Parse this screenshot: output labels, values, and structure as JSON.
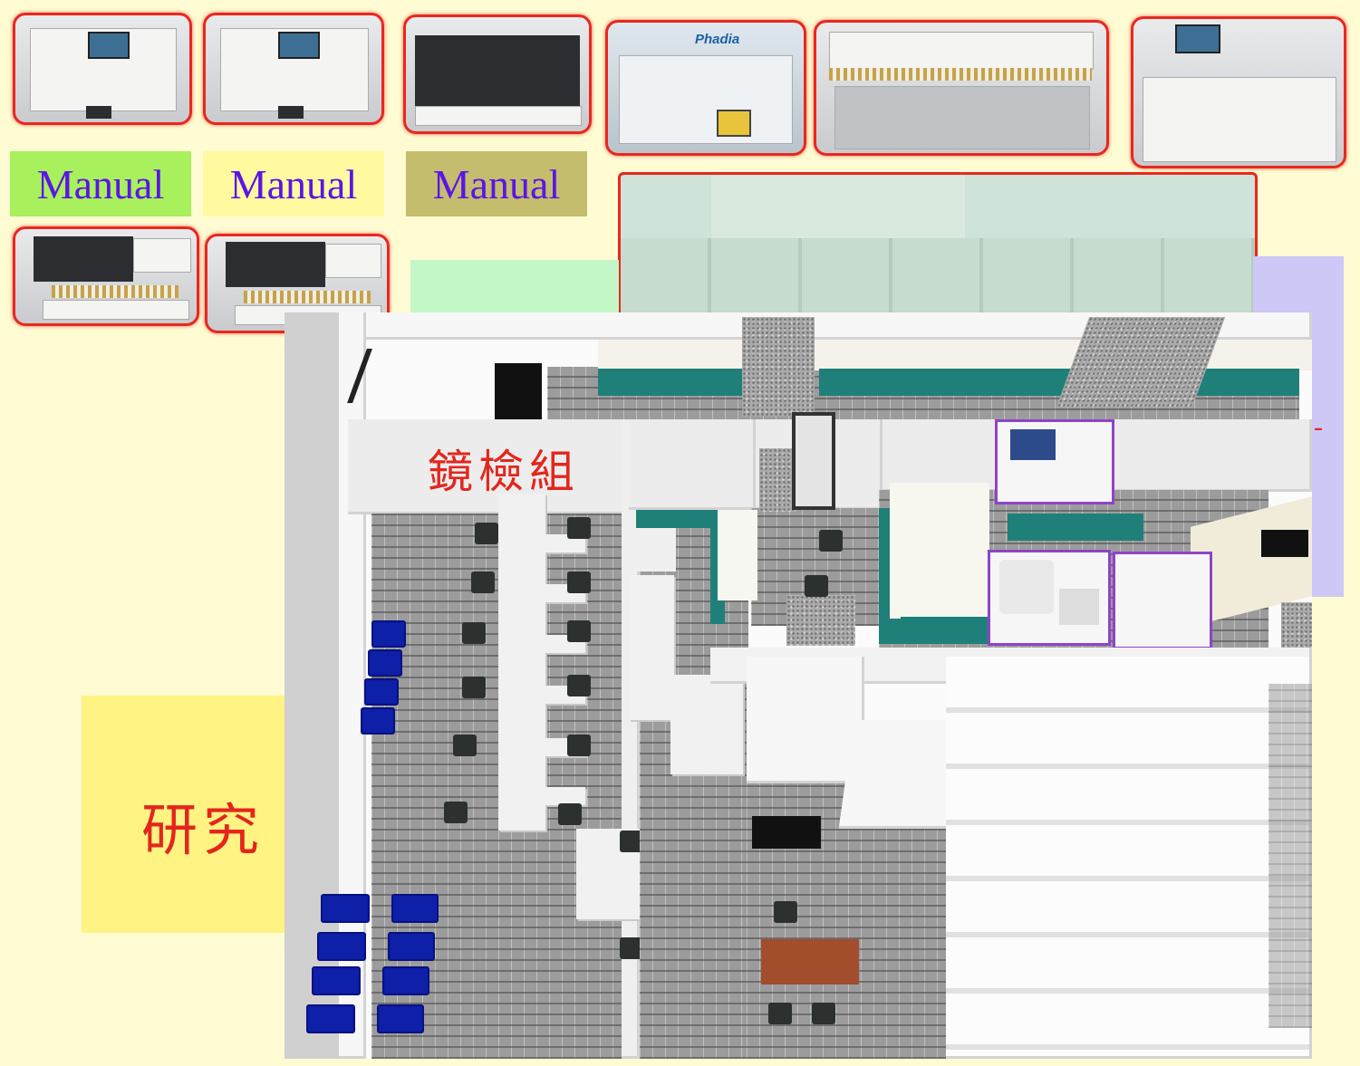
{
  "colors": {
    "background": "#fffbd2",
    "instrument_outline": "#e8281e",
    "manual_text": "#5b15e6",
    "manual_1_bg": "#a8f05c",
    "manual_2_bg": "#fffaa0",
    "manual_3_bg": "#c3bd6d",
    "cjk_text": "#e3261d",
    "teal_counter": "#1f8079",
    "purple_outline": "#8e44c8",
    "blue_chairs": "#0e1fa8"
  },
  "manual_labels": [
    "Manual",
    "Manual",
    "Manual"
  ],
  "brand_label": "Phadia",
  "room_label": "鏡檢組",
  "research_label": "研究",
  "icons": {
    "instrument": "lab-analyzer-photo",
    "chair": "chair-icon",
    "waiting_chair": "waiting-chair-icon"
  }
}
